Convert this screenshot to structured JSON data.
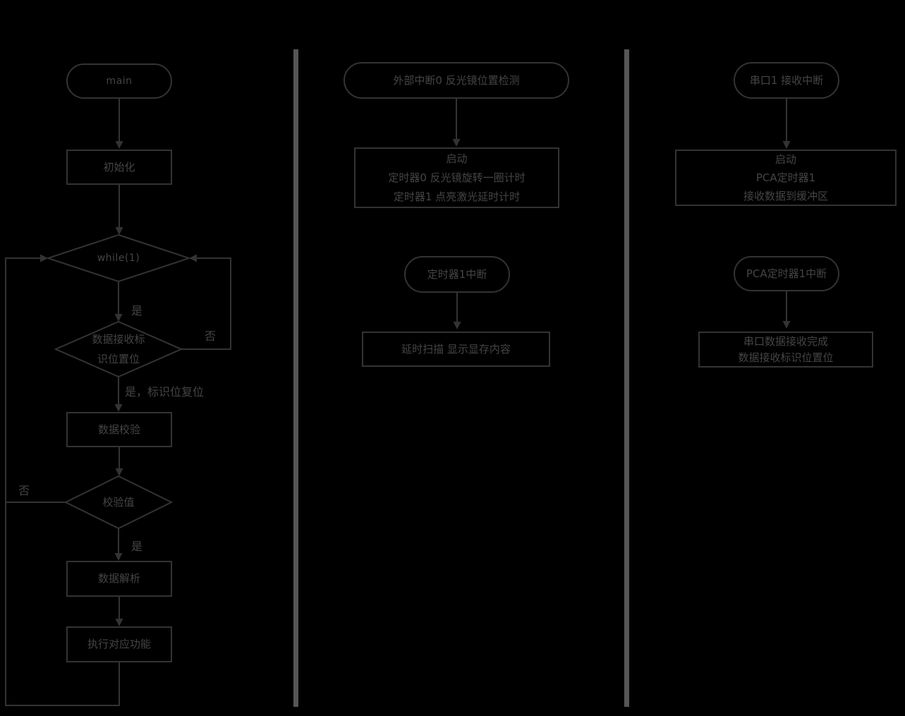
{
  "colors": {
    "background": "#000000",
    "shape_stroke": "#333333",
    "text": "#454545",
    "divider": "#565656"
  },
  "diagram_type": "flowchart",
  "col1": {
    "start": "main",
    "init": "初始化",
    "while_cond": "while(1)",
    "yes1": "是",
    "no1": "否",
    "recv_flag_line1": "数据接收标",
    "recv_flag_line2": "识位置位",
    "yes_reset": "是，标识位复位",
    "verify": "数据校验",
    "no2": "否",
    "check_value": "校验值",
    "yes2": "是",
    "parse": "数据解析",
    "execute": "执行对应功能"
  },
  "col2": {
    "start": "外部中断0 反光镜位置检测",
    "box1": [
      "启动",
      "定时器0 反光镜旋转一圈计时",
      "定时器1 点亮激光延时计时"
    ],
    "timer1": "定时器1中断",
    "box2": "延时扫描 显示显存内容"
  },
  "col3": {
    "start": "串口1 接收中断",
    "box1": [
      "启动",
      "PCA定时器1",
      "接收数据到缓冲区"
    ],
    "timer": "PCA定时器1中断",
    "box2_line1": "串口数据接收完成",
    "box2_line2": "数据接收标识位置位"
  }
}
